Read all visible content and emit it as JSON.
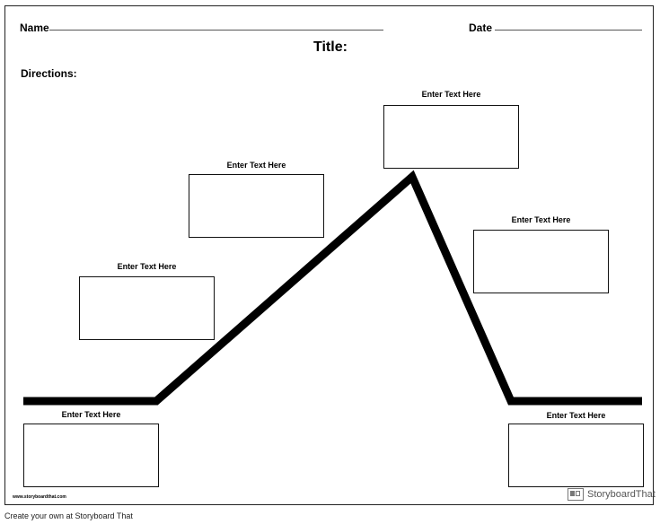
{
  "header": {
    "name_label": "Name",
    "date_label": "Date",
    "title_label": "Title:",
    "directions_label": "Directions:"
  },
  "boxes": [
    {
      "label": "Enter Text Here"
    },
    {
      "label": "Enter Text Here"
    },
    {
      "label": "Enter Text Here"
    },
    {
      "label": "Enter Text Here"
    },
    {
      "label": "Enter Text Here"
    },
    {
      "label": "Enter Text Here"
    }
  ],
  "footer": {
    "url": "www.storyboardthat.com",
    "brand": "StoryboardThat",
    "note": "Create your own at Storyboard That"
  }
}
